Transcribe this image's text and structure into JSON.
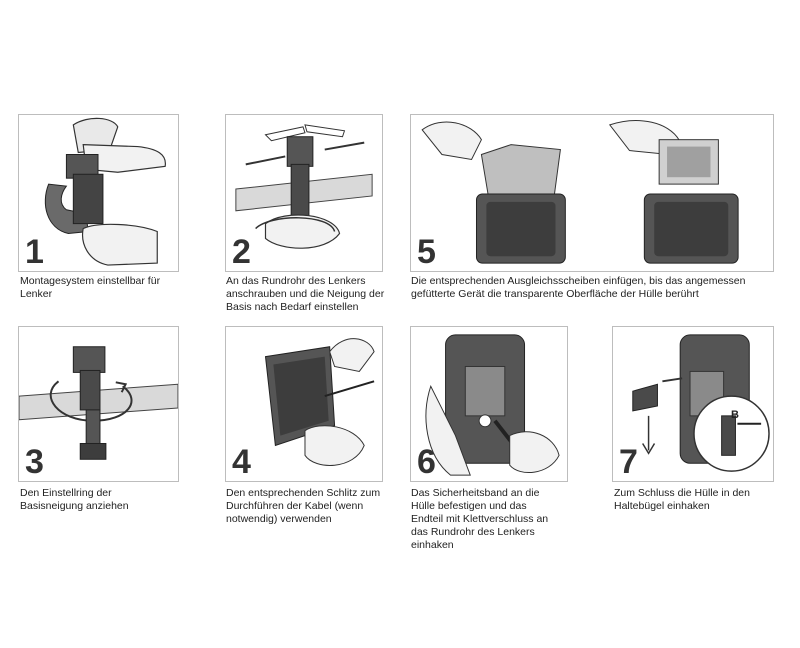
{
  "steps": [
    {
      "number": "1",
      "caption": "Montagesystem einstellbar für Lenker"
    },
    {
      "number": "2",
      "caption": "An das Rundrohr des Lenkers anschrauben und die Neigung der Basis nach Bedarf einstellen"
    },
    {
      "number": "5",
      "caption": "Die entsprechenden Ausgleichsscheiben einfügen, bis das angemessen gefütterte Gerät die transparente Oberfläche der Hülle berührt"
    },
    {
      "number": "3",
      "caption": "Den Einstellring der Basisneigung anziehen"
    },
    {
      "number": "4",
      "caption": "Den entsprechenden Schlitz zum Durchführen der Kabel (wenn notwendig) verwenden"
    },
    {
      "number": "6",
      "caption": "Das Sicherheitsband an die Hülle befestigen und das Endteil mit Klettverschluss an das Rundrohr des Lenkers einhaken"
    },
    {
      "number": "7",
      "caption": "Zum Schluss die Hülle in den Haltebügel einhaken"
    }
  ],
  "labels": {
    "detail_b": "B"
  }
}
